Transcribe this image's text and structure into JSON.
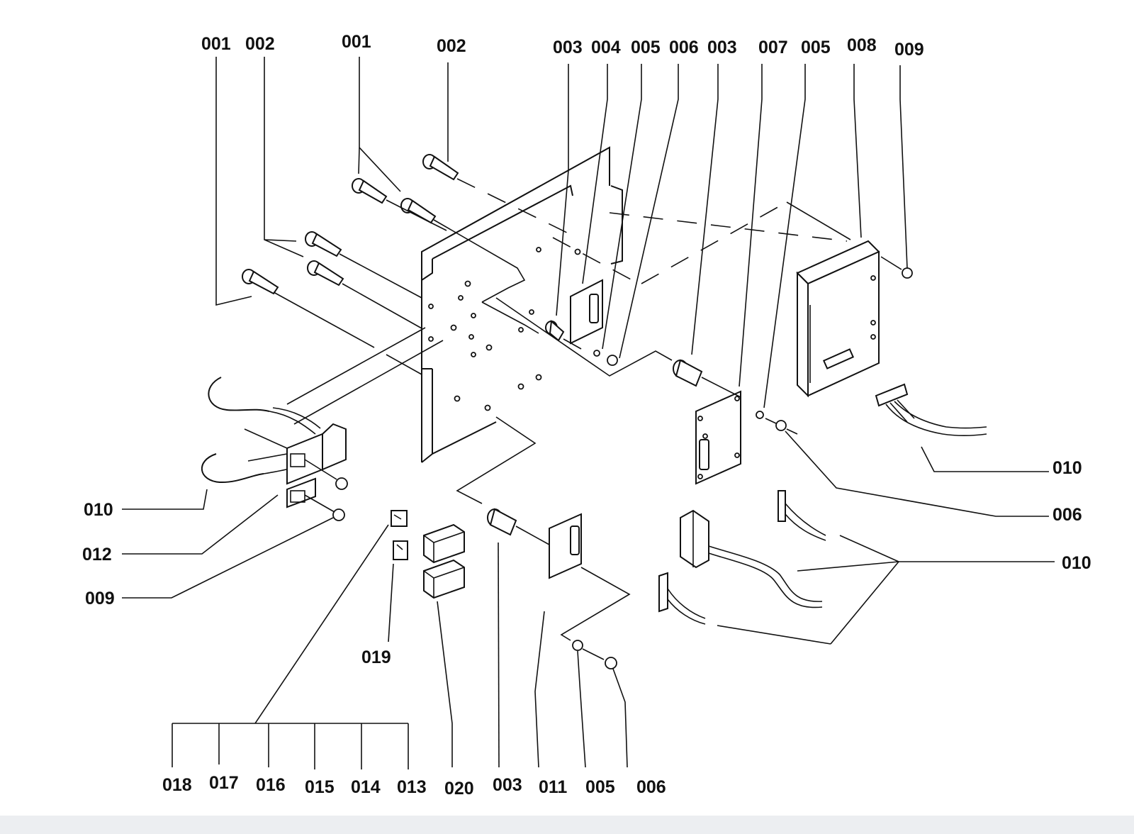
{
  "labels": {
    "top_001_a": "001",
    "top_002_a": "002",
    "top_001_b": "001",
    "top_002_b": "002",
    "top_003_a": "003",
    "top_004": "004",
    "top_005_a": "005",
    "top_006_a": "006",
    "top_003_b": "003",
    "top_007": "007",
    "top_005_b": "005",
    "top_008": "008",
    "top_009": "009",
    "right_010_a": "010",
    "right_006": "006",
    "right_010_b": "010",
    "left_010": "010",
    "left_012": "012",
    "left_009": "009",
    "mid_019": "019",
    "bot_018": "018",
    "bot_017": "017",
    "bot_016": "016",
    "bot_015": "015",
    "bot_014": "014",
    "bot_013": "013",
    "bot_020": "020",
    "bot_003": "003",
    "bot_011": "011",
    "bot_005": "005",
    "bot_006": "006"
  }
}
